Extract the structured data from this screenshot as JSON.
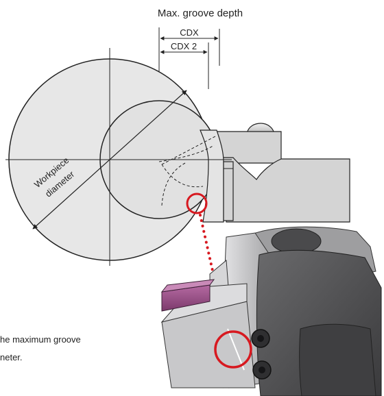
{
  "title": "Max. groove depth",
  "dimension_labels": {
    "cdx": "CDX",
    "cdx2": "CDX 2"
  },
  "workpiece_label": {
    "line1": "Workpiece",
    "line2": "diameter"
  },
  "caption": {
    "line1": "he maximum groove",
    "line2": "neter."
  },
  "colors": {
    "highlight": "#d71920",
    "insert": "#9a4c86",
    "workpiece_fill": "#e7e7e7",
    "holder_fill": "#d4d4d4",
    "tool_dark": "#505052",
    "tool_light": "#c8c8ca"
  }
}
